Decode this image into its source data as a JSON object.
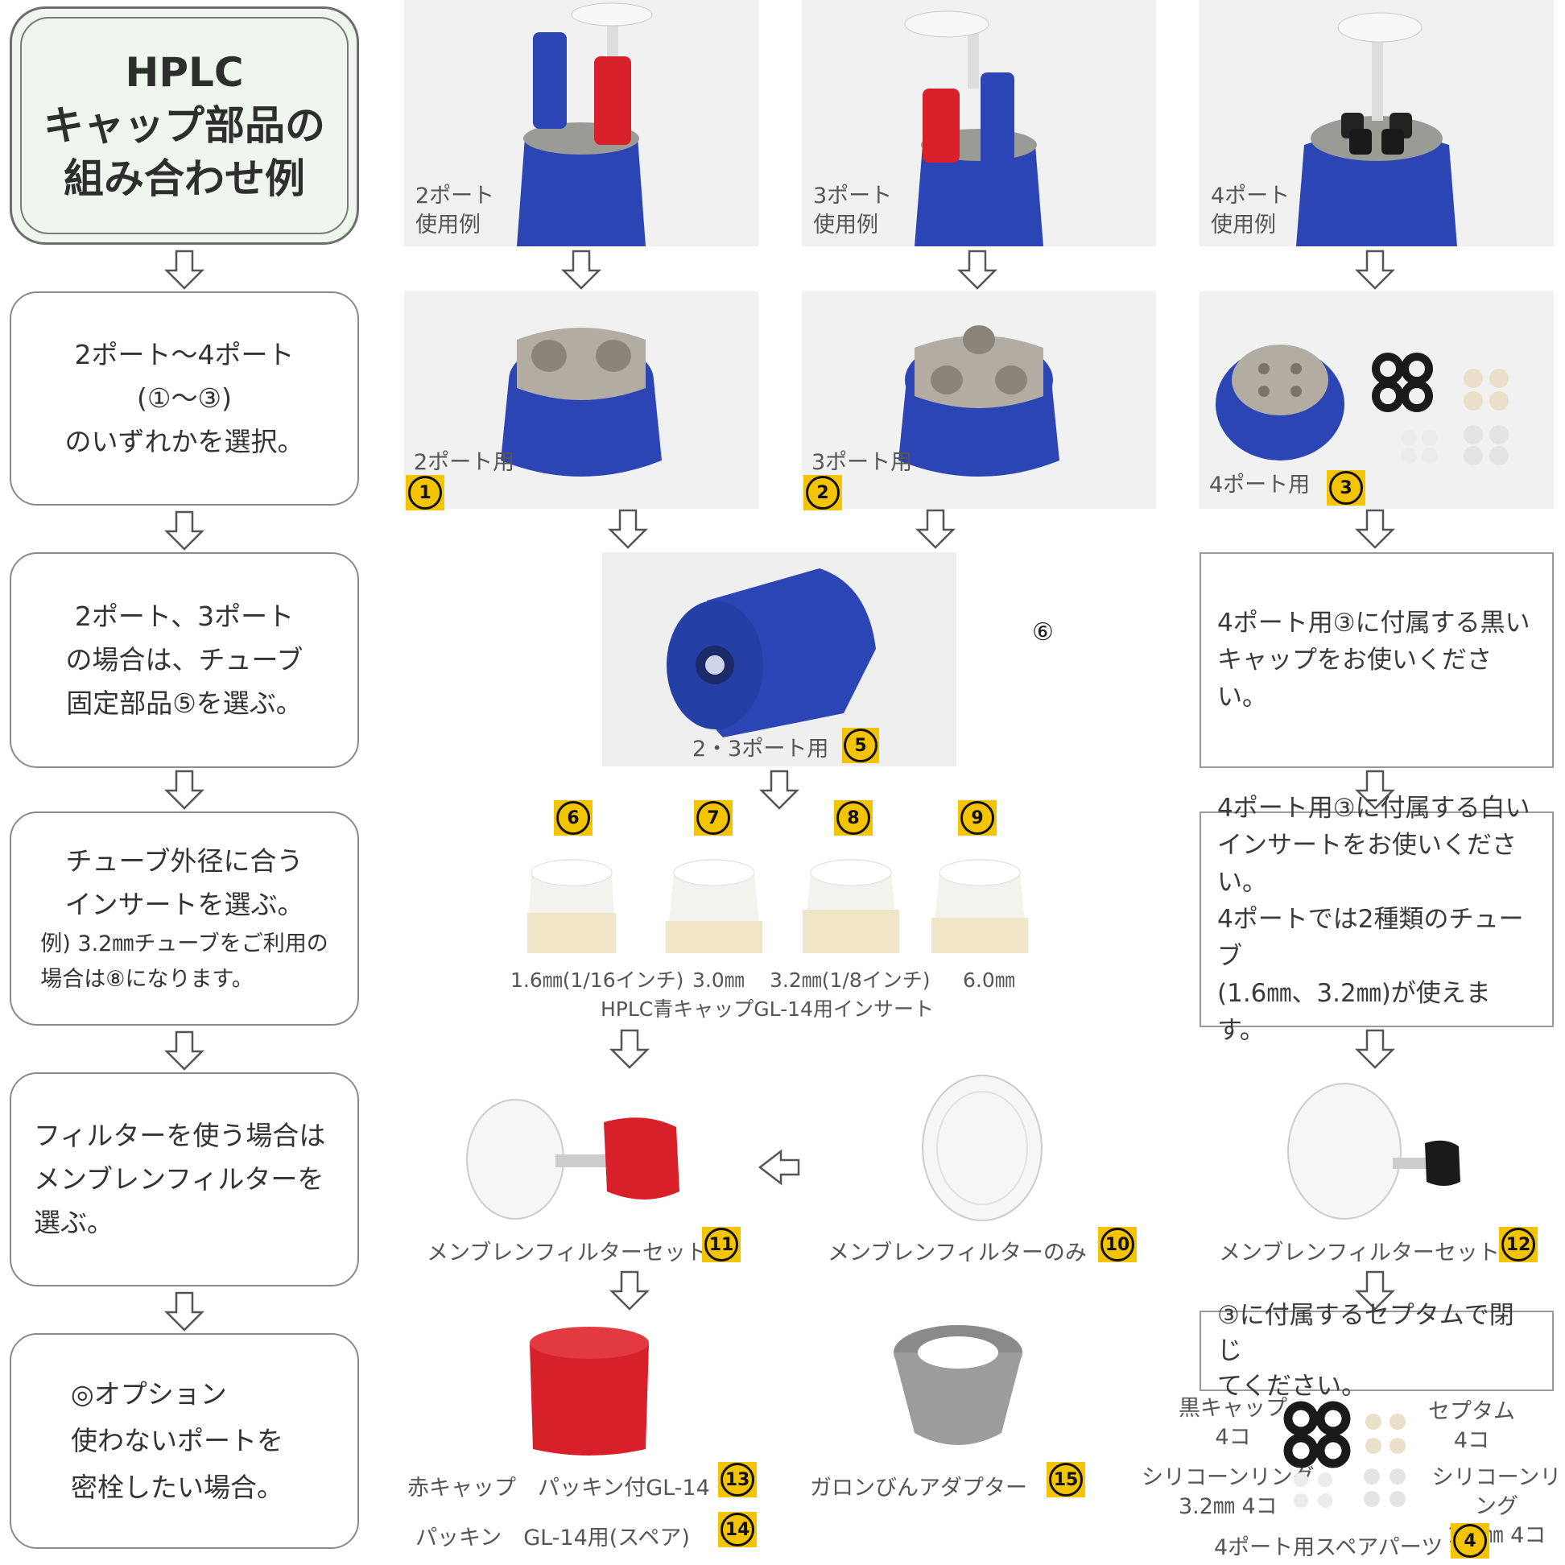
{
  "title": {
    "line1": "HPLC",
    "line2": "キャップ部品の",
    "line3": "組み合わせ例"
  },
  "steps": [
    {
      "lines": [
        "2ポート〜4ポート",
        "(①〜③)",
        "のいずれかを選択。"
      ]
    },
    {
      "lines": [
        "2ポート、3ポート",
        "の場合は、チューブ",
        "固定部品⑤を選ぶ。"
      ]
    },
    {
      "lines": [
        "チューブ外径に合う",
        "インサートを選ぶ。"
      ],
      "small": [
        "例) 3.2㎜チューブをご利用の",
        "場合は⑧になります。"
      ]
    },
    {
      "lines": [
        "フィルターを使う場合は",
        "メンブレンフィルターを",
        "選ぶ。"
      ]
    },
    {
      "lines": [
        "◎オプション",
        "使わないポートを",
        "密栓したい場合。"
      ]
    }
  ],
  "examples": [
    {
      "line1": "2ポート",
      "line2": "使用例"
    },
    {
      "line1": "3ポート",
      "line2": "使用例"
    },
    {
      "line1": "4ポート",
      "line2": "使用例"
    }
  ],
  "caps": [
    {
      "label": "2ポート用",
      "num": "1"
    },
    {
      "label": "3ポート用",
      "num": "2"
    },
    {
      "label": "4ポート用",
      "num": "3"
    }
  ],
  "fixing_part": {
    "label": "2・3ポート用",
    "num": "5",
    "stray_num": "⑥"
  },
  "notes": {
    "n1": [
      "4ポート用③に付属する黒い",
      "キャップをお使いください。"
    ],
    "n2": [
      "4ポート用③に付属する白い",
      "インサートをお使いください。",
      "4ポートでは2種類のチューブ",
      "(1.6㎜、3.2㎜)が使えます。"
    ],
    "n3": [
      "③に付属するセプタムで閉じ",
      "てください。"
    ]
  },
  "inserts": {
    "items": [
      {
        "num": "6",
        "size": "1.6㎜(1/16インチ)"
      },
      {
        "num": "7",
        "size": "3.0㎜"
      },
      {
        "num": "8",
        "size": "3.2㎜(1/8インチ)"
      },
      {
        "num": "9",
        "size": "6.0㎜"
      }
    ],
    "caption": "HPLC青キャップGL-14用インサート"
  },
  "filters": {
    "set_left": {
      "label": "メンブレンフィルターセット",
      "num": "11"
    },
    "only": {
      "label": "メンブレンフィルターのみ",
      "num": "10"
    },
    "set_right": {
      "label": "メンブレンフィルターセット",
      "num": "12"
    }
  },
  "options": {
    "red_cap": {
      "label": "赤キャップ　パッキン付GL-14",
      "num": "13"
    },
    "packing": {
      "label": "パッキン　GL-14用(スペア)",
      "num": "14"
    },
    "adapter": {
      "label": "ガロンびんアダプター",
      "num": "15"
    }
  },
  "spare": {
    "black_cap": {
      "line1": "黒キャップ",
      "line2": "4コ"
    },
    "septum": {
      "line1": "セプタム",
      "line2": "4コ"
    },
    "ring32": {
      "line1": "シリコーンリング",
      "line2": "3.2㎜ 4コ"
    },
    "ring16": {
      "line1": "シリコーンリング",
      "line2": "1.6㎜ 4コ"
    },
    "caption": "4ポート用スペアパーツ",
    "num": "4"
  },
  "colors": {
    "blue_cap": "#2b46b4",
    "red_cap": "#d8202a",
    "badge": "#f4c400",
    "title_bg": "#eef6ee"
  }
}
